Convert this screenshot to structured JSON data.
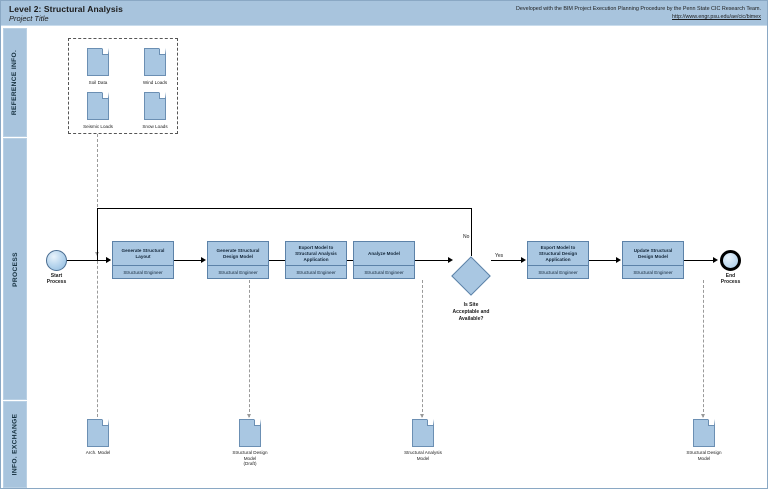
{
  "header": {
    "title": "Level 2: Structural Analysis",
    "subtitle": "Project Title",
    "credit": "Developed with the BIM Project Execution Planning Procedure by the Penn State CIC Research Team.",
    "url": "http://www.engr.psu.edu/ae/cic/bimex"
  },
  "lanes": [
    {
      "id": "reference",
      "label": "REFERENCE INFO."
    },
    {
      "id": "process",
      "label": "PROCESS"
    },
    {
      "id": "info-exchange",
      "label": "INFO. EXCHANGE"
    }
  ],
  "reference_documents": [
    {
      "label": "Soil Data"
    },
    {
      "label": "Wind Loads"
    },
    {
      "label": "Seismic Loads"
    },
    {
      "label": "Snow Loads"
    }
  ],
  "events": {
    "start": {
      "label": "Start\nProcess"
    },
    "end": {
      "label": "End\nProcess"
    }
  },
  "tasks": [
    {
      "title": "Generate Structural\nLayout",
      "role": "Structural Engineer"
    },
    {
      "title": "Generate Structural\nDesign Model",
      "role": "Structural Engineer"
    },
    {
      "title": "Export Model to\nStructural Analysis\nApplication",
      "role": "Structural Engineer"
    },
    {
      "title": "Analyze Model",
      "role": "Structural Engineer"
    },
    {
      "title": "Export Model to\nStructural Design\nApplication",
      "role": "Structural Engineer"
    },
    {
      "title": "Update Structural\nDesign Model",
      "role": "Structural Engineer"
    }
  ],
  "gateway": {
    "label": "Is Site\nAcceptable and\nAvailable?",
    "branch_no": "No",
    "branch_yes": "Yes"
  },
  "exchange_documents": [
    {
      "label": "Arch. Model"
    },
    {
      "label": "Structural Design\nModel\n(Draft)"
    },
    {
      "label": "Structural Analysis\nModel"
    },
    {
      "label": "Structural Design\nModel"
    }
  ],
  "colors": {
    "header_bg": "#a8c4dd",
    "shape_fill": "#a9c7e2",
    "shape_border": "#5c82a8",
    "canvas_bg": "#ffffff"
  }
}
